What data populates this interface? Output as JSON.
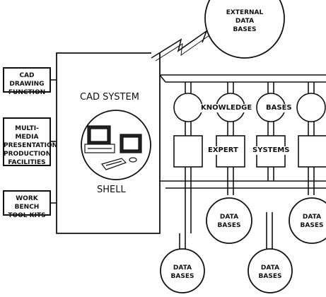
{
  "side_boxes": [
    {
      "id": "cad-drawing",
      "label": "CAD DRAWING\nFUNCTION"
    },
    {
      "id": "multi-media",
      "label": "MULTI-MEDIA\nPRESENTATION\nPRODUCTION\nFACILITIES"
    },
    {
      "id": "work-bench",
      "label": "WORK BENCH\nTOOL KITS"
    }
  ],
  "cad_system": {
    "label": "CAD SYSTEM"
  },
  "shell": {
    "label": "SHELL"
  },
  "knowledge_bases": {
    "label_left": "KNOWLEDGE",
    "label_right": "BASES"
  },
  "expert_systems": {
    "label_left": "EXPERT",
    "label_right": "SYSTEMS"
  },
  "external_data_bases": {
    "label": "EXTERNAL\nDATA\nBASES"
  },
  "data_bases": [
    {
      "id": "db-mid-1",
      "label": "DATA\nBASES"
    },
    {
      "id": "db-mid-2",
      "label": "DATA\nBASES"
    },
    {
      "id": "db-bot-1",
      "label": "DATA\nBASES"
    },
    {
      "id": "db-bot-2",
      "label": "DATA\nBASES"
    }
  ],
  "colors": {
    "ink": "#111111",
    "paper": "#ffffff"
  },
  "icons": {
    "workstation": "computer-workstation-icon",
    "link": "lightning-link-icon"
  }
}
